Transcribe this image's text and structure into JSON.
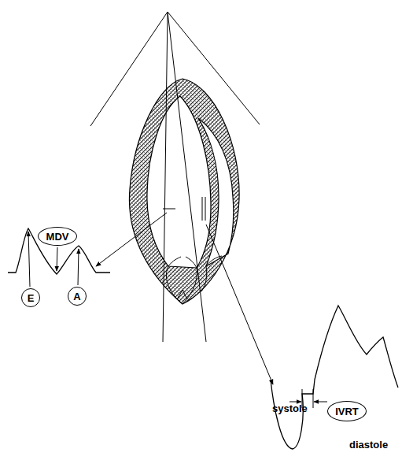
{
  "diagram": {
    "nodes": [
      {
        "text": [
          "MDV"
        ]
      },
      {
        "text": [
          "E"
        ]
      },
      {
        "text": [
          "A"
        ]
      },
      {
        "text": [
          "IVRT"
        ]
      }
    ],
    "labels": [
      "systole",
      "diastole"
    ]
  }
}
